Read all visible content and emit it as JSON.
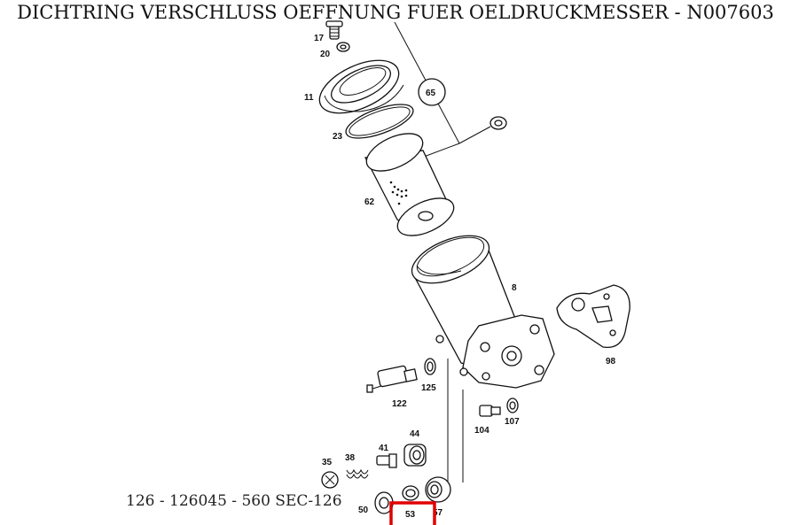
{
  "title": "DICHTRING VERSCHLUSS OEFFNUNG FUER OELDRUCKMESSER - N007603",
  "footer": "126 - 126045 - 560 SEC-126",
  "highlight_color": "#e00000",
  "labels": {
    "p17": "17",
    "p20": "20",
    "p11": "11",
    "p65": "65",
    "p23": "23",
    "p62": "62",
    "p8": "8",
    "p98": "98",
    "p125": "125",
    "p122": "122",
    "p104": "104",
    "p107": "107",
    "p44": "44",
    "p41": "41",
    "p38": "38",
    "p35": "35",
    "p50": "50",
    "p53": "53",
    "p57": "57"
  }
}
